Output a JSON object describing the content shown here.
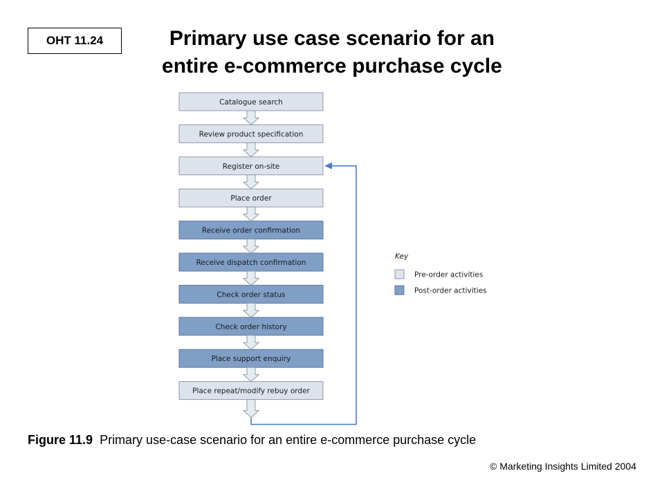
{
  "slide": {
    "label": "OHT 11.24",
    "title_line1": "Primary use case scenario for an",
    "title_line2": "entire e-commerce purchase cycle"
  },
  "flow": {
    "steps": [
      {
        "label": "Catalogue search",
        "phase": "pre"
      },
      {
        "label": "Review product specification",
        "phase": "pre"
      },
      {
        "label": "Register on-site",
        "phase": "pre"
      },
      {
        "label": "Place order",
        "phase": "pre"
      },
      {
        "label": "Receive order confirmation",
        "phase": "post"
      },
      {
        "label": "Receive dispatch confirmation",
        "phase": "post"
      },
      {
        "label": "Check order status",
        "phase": "post"
      },
      {
        "label": "Check order history",
        "phase": "post"
      },
      {
        "label": "Place support enquiry",
        "phase": "post"
      },
      {
        "label": "Place repeat/modify rebuy order",
        "phase": "pre"
      }
    ],
    "loop_target_step": 2
  },
  "key": {
    "heading": "Key",
    "items": [
      {
        "label": "Pre-order activities",
        "phase": "pre"
      },
      {
        "label": "Post-order activities",
        "phase": "post"
      }
    ]
  },
  "colors": {
    "pre_fill": "#dde3ec",
    "pre_stroke": "#8e99a8",
    "post_fill": "#7f9fc7",
    "post_stroke": "#5a7aa3",
    "loop_line": "#4a7fbf"
  },
  "caption": {
    "number": "Figure 11.9",
    "text": "Primary use-case scenario for an entire e-commerce purchase cycle"
  },
  "copyright": "© Marketing Insights Limited 2004"
}
